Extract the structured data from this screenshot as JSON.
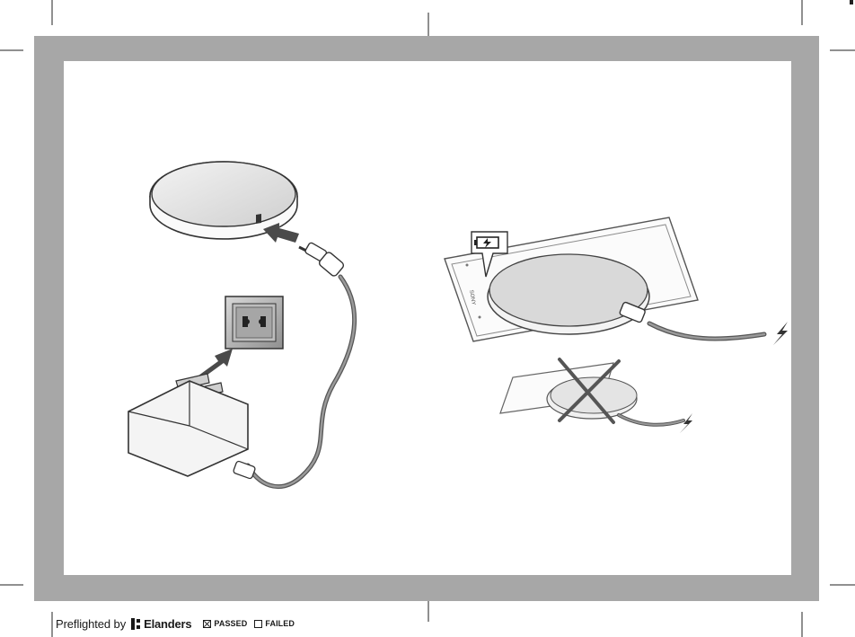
{
  "footer": {
    "preflighted_by": "Preflighted by",
    "brand": "Elanders",
    "passed_label": "PASSED",
    "failed_label": "FAILED",
    "passed_checked": true,
    "failed_checked": false
  },
  "phone": {
    "brand_text": "SONY"
  },
  "colors": {
    "frame": "#a7a7a7",
    "panel": "#ffffff",
    "line": "#3a3a3a",
    "pad_fill": "#d9d9d9",
    "cable": "#8e8e8e"
  },
  "icons": {
    "charging_pad": "charging-pad-icon",
    "wall_socket": "wall-socket-icon",
    "power_adapter": "power-adapter-icon",
    "battery_charging": "battery-charging-icon",
    "lightning": "lightning-bolt-icon",
    "cross": "cross-out-icon"
  }
}
